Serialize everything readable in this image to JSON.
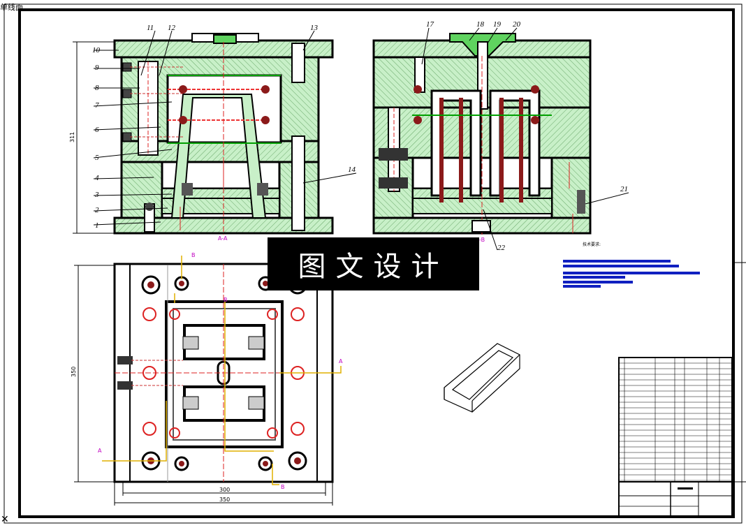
{
  "header": {
    "top_left_text": "单线面"
  },
  "watermark": {
    "text": "图文设计"
  },
  "section_labels": {
    "aa": "A-A",
    "bb": "-B"
  },
  "dimensions": {
    "height_311": "311",
    "height_350": "350",
    "width_300": "300",
    "width_350": "350"
  },
  "part_numbers_left": [
    "1",
    "2",
    "3",
    "4",
    "5",
    "6",
    "7",
    "8",
    "9",
    "10",
    "11",
    "12",
    "13",
    "14"
  ],
  "part_numbers_right": [
    "17",
    "18",
    "19",
    "20",
    "21",
    "22"
  ],
  "plan_markers": {
    "A": "A",
    "B": "B"
  },
  "tech_note": {
    "title": "技术要求:"
  },
  "corner_mark": "✕"
}
